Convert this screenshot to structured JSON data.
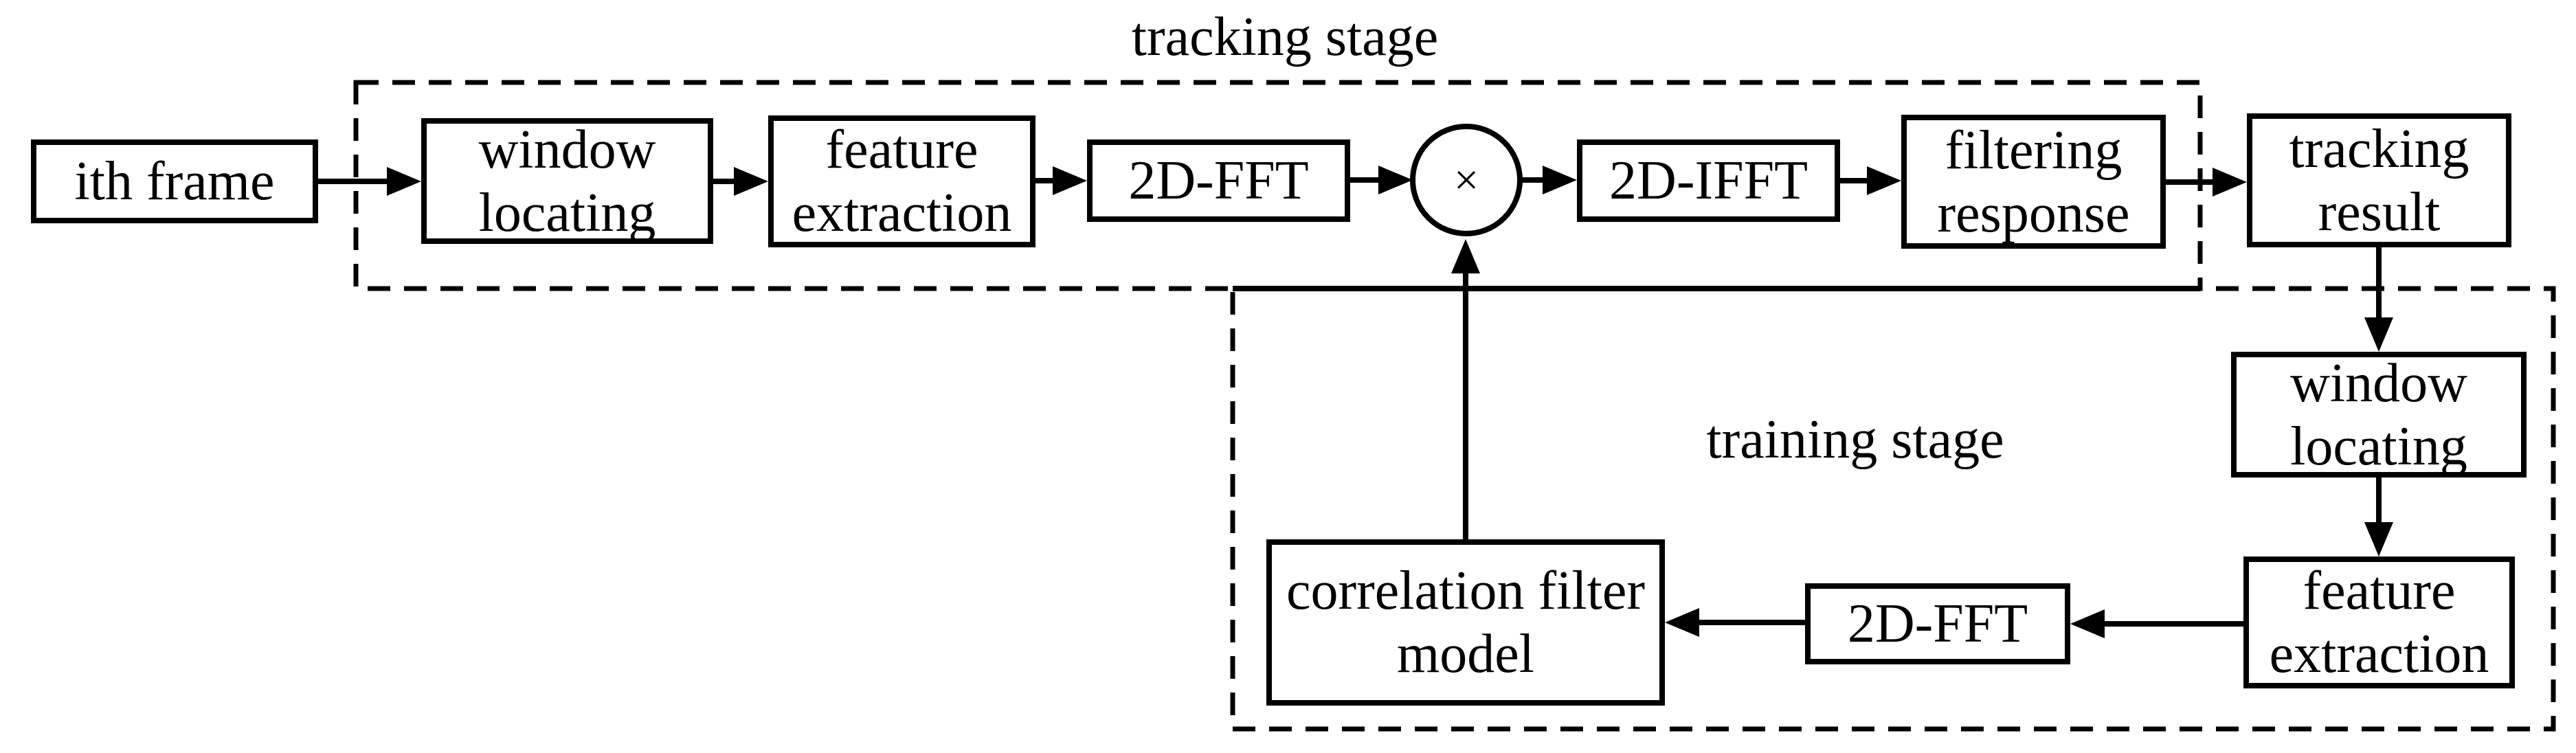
{
  "canvas": {
    "background_color": "#ffffff",
    "line_color": "#000000"
  },
  "stages": {
    "tracking": {
      "label": "tracking stage"
    },
    "training": {
      "label": "training stage"
    }
  },
  "nodes": {
    "ith_frame": {
      "label": "ith frame"
    },
    "window_locating_1": {
      "label": "window locating"
    },
    "feature_extraction_1": {
      "label": "feature extraction"
    },
    "fft_1": {
      "label": "2D-FFT"
    },
    "multiply": {
      "label": "×"
    },
    "ifft": {
      "label": "2D-IFFT"
    },
    "filtering_response": {
      "label": "filtering response"
    },
    "tracking_result": {
      "label": "tracking result"
    },
    "window_locating_2": {
      "label": "window locating"
    },
    "feature_extraction_2": {
      "label": "feature extraction"
    },
    "fft_2": {
      "label": "2D-FFT"
    },
    "correlation_filter_model": {
      "label": "correlation filter model"
    }
  },
  "edges": [
    {
      "from": "ith_frame",
      "to": "window_locating_1"
    },
    {
      "from": "window_locating_1",
      "to": "feature_extraction_1"
    },
    {
      "from": "feature_extraction_1",
      "to": "fft_1"
    },
    {
      "from": "fft_1",
      "to": "multiply"
    },
    {
      "from": "multiply",
      "to": "ifft"
    },
    {
      "from": "ifft",
      "to": "filtering_response"
    },
    {
      "from": "filtering_response",
      "to": "tracking_result"
    },
    {
      "from": "tracking_result",
      "to": "window_locating_2"
    },
    {
      "from": "window_locating_2",
      "to": "feature_extraction_2"
    },
    {
      "from": "feature_extraction_2",
      "to": "fft_2"
    },
    {
      "from": "fft_2",
      "to": "correlation_filter_model"
    },
    {
      "from": "correlation_filter_model",
      "to": "multiply"
    }
  ]
}
